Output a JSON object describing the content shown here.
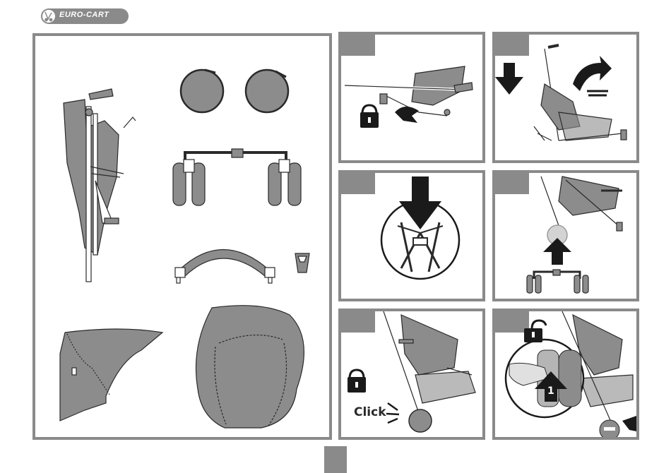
{
  "brand": {
    "name": "EURO-CART",
    "logo_icon": "stroller-icon"
  },
  "parts_panel": {
    "items": [
      "folded-frame",
      "wheel-left",
      "wheel-right",
      "front-wheel-assembly",
      "bumper-bar",
      "cup-holder",
      "canopy",
      "seat-liner"
    ]
  },
  "steps": [
    {
      "icons": [
        "unlock-handle"
      ]
    },
    {
      "icons": [
        "down-arrow",
        "unfold-arrow"
      ]
    },
    {
      "icons": [
        "down-arrow",
        "lock-joint"
      ]
    },
    {
      "icons": [
        "up-arrow",
        "wheel-insert"
      ]
    },
    {
      "icons": [
        "lock-icon"
      ],
      "click_label": "Click"
    },
    {
      "icons": [
        "unlock-icon",
        "up-arrow"
      ],
      "number_label": "1"
    }
  ],
  "colors": {
    "frame": "#8a8a8a",
    "fill": "#8c8c8c",
    "line": "#2a2a2a",
    "arrow": "#1a1a1a"
  }
}
